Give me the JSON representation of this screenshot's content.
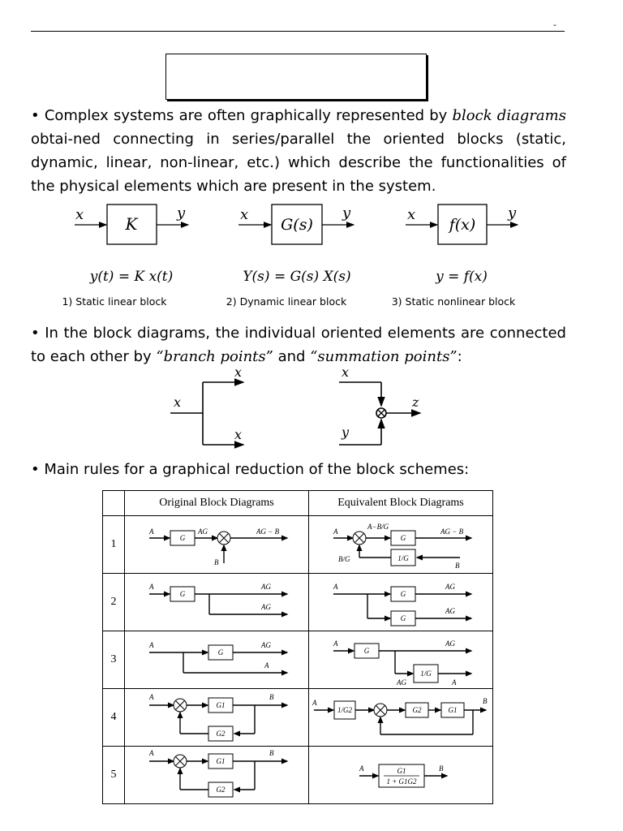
{
  "header": {
    "corner_mark": "-"
  },
  "intro": {
    "bullet": "•",
    "text_before": "Complex systems are often graphically represented by",
    "term": "block diagrams",
    "text_after": "obtai-ned connecting in series/parallel the oriented blocks (static, dynamic, linear, non-linear, etc.)  which describe the functionalities of the physical elements which are present in the system."
  },
  "blocks": [
    {
      "input": "x",
      "box": "K",
      "output": "y",
      "equation": "y(t) = K x(t)",
      "caption": "1) Static linear block"
    },
    {
      "input": "x",
      "box": "G(s)",
      "output": "y",
      "equation": "Y(s) = G(s) X(s)",
      "caption": "2) Dynamic linear block"
    },
    {
      "input": "x",
      "box": "f(x)",
      "output": "y",
      "equation": "y = f(x)",
      "caption": "3) Static nonlinear block"
    }
  ],
  "points": {
    "bullet": "•",
    "text_before": "In the block diagrams, the individual oriented elements are connected to each other by",
    "term1": "“branch points”",
    "joiner": "and",
    "term2": "“summation points”",
    "end": ":",
    "branch_labels": {
      "in": "x",
      "out_top": "x",
      "out_bottom": "x"
    },
    "sum_labels": {
      "top": "x",
      "bottom": "y",
      "out": "z"
    }
  },
  "rules": {
    "bullet": "•",
    "text": "Main rules for a graphical reduction of the block schemes:",
    "headers": {
      "original": "Original Block Diagrams",
      "equivalent": "Equivalent Block Diagrams"
    },
    "rows": [
      {
        "num": "1",
        "orig": {
          "a": "A",
          "g": "G",
          "ag": "AG",
          "out": "AG − B",
          "b": "B"
        },
        "eq": {
          "a": "A",
          "top": "A−B/G",
          "g": "G",
          "out": "AG − B",
          "fb": "B/G",
          "inv": "1/G",
          "b": "B"
        }
      },
      {
        "num": "2",
        "orig": {
          "a": "A",
          "g": "G",
          "ag1": "AG",
          "ag2": "AG"
        },
        "eq": {
          "a": "A",
          "g1": "G",
          "g2": "G",
          "ag1": "AG",
          "ag2": "AG"
        }
      },
      {
        "num": "3",
        "orig": {
          "a": "A",
          "g": "G",
          "ag": "AG",
          "out": "A"
        },
        "eq": {
          "a": "A",
          "g": "G",
          "ag": "AG",
          "agsmall": "AG",
          "inv": "1/G",
          "out": "A"
        }
      },
      {
        "num": "4",
        "orig": {
          "a": "A",
          "g1": "G1",
          "g2": "G2",
          "b": "B"
        },
        "eq": {
          "a": "A",
          "inv": "1/G2",
          "g2": "G2",
          "g1": "G1",
          "b": "B"
        }
      },
      {
        "num": "5",
        "orig": {
          "a": "A",
          "g1": "G1",
          "g2": "G2",
          "b": "B"
        },
        "eq": {
          "a": "A",
          "frac_num": "G1",
          "frac_den": "1 + G1G2",
          "b": "B"
        }
      }
    ]
  }
}
